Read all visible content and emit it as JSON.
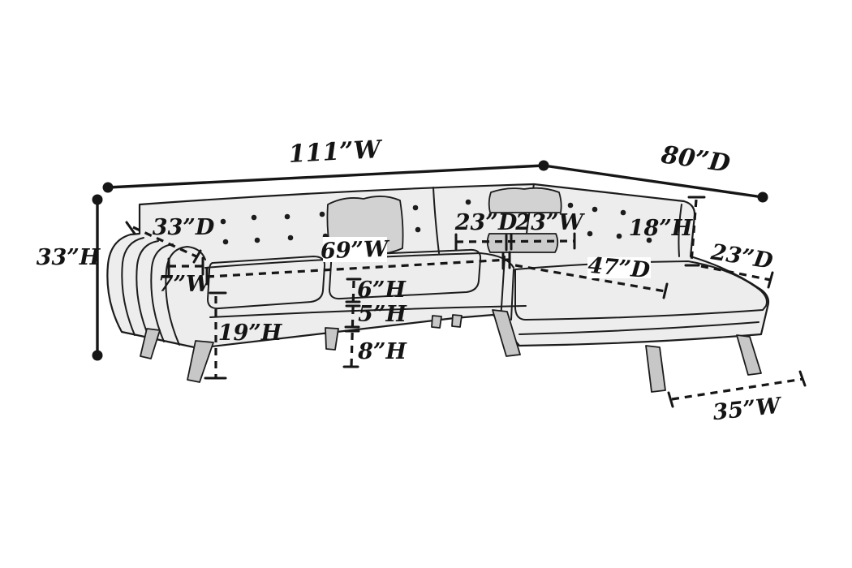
{
  "figure": {
    "title": "Sectional sofa with chaise — dimension diagram",
    "background_color": "#ffffff",
    "line_color": "#1c1c1c",
    "sofa_fill": "#ededed",
    "pillow_fill": "#d2d2d2",
    "leg_fill": "#c7c7c7"
  },
  "dimensions": {
    "overall_width": "111”W",
    "overall_depth": "80”D",
    "overall_height": "33”H",
    "arm_depth": "33”D",
    "arm_width": "7”W",
    "seat_width": "69”W",
    "corner_seat_depth": "23”D",
    "corner_seat_width": "23”W",
    "back_height": "18”H",
    "chaise_arm_depth": "23”D",
    "chaise_depth": "47”D",
    "seat_height": "19”H",
    "cushion_thickness": "6”H",
    "base_rail_height": "5”H",
    "leg_height": "8”H",
    "chaise_width": "35”W"
  }
}
